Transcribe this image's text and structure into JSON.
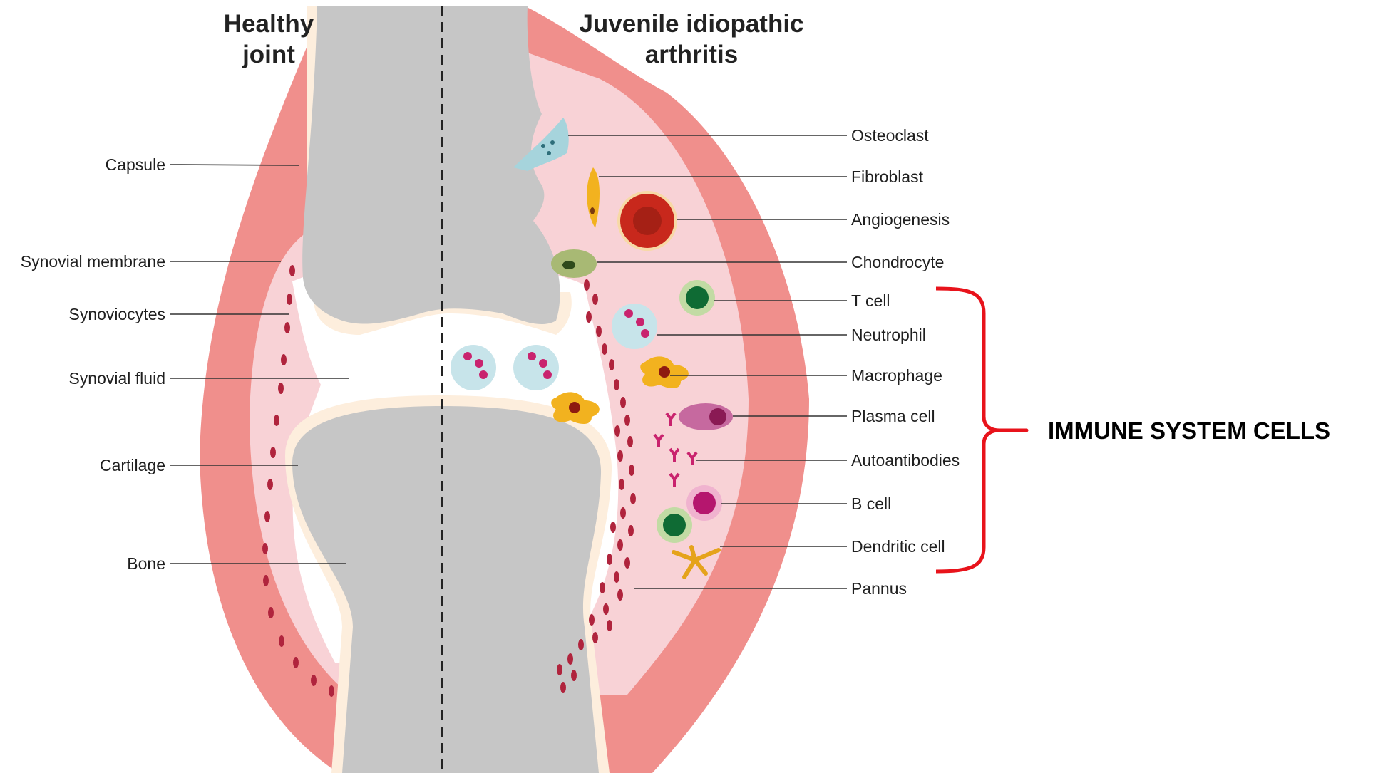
{
  "titles": {
    "healthy_line1": "Healthy",
    "healthy_line2": "joint",
    "jia_line1": "Juvenile idiopathic",
    "jia_line2": "arthritis"
  },
  "left_labels": {
    "capsule": "Capsule",
    "synovial_membrane": "Synovial membrane",
    "synoviocytes": "Synoviocytes",
    "synovial_fluid": "Synovial fluid",
    "cartilage": "Cartilage",
    "bone": "Bone"
  },
  "right_labels": {
    "osteoclast": "Osteoclast",
    "fibroblast": "Fibroblast",
    "angiogenesis": "Angiogenesis",
    "chondrocyte": "Chondrocyte",
    "t_cell": "T cell",
    "neutrophil": "Neutrophil",
    "macrophage": "Macrophage",
    "plasma_cell": "Plasma cell",
    "autoantibodies": "Autoantibodies",
    "b_cell": "B cell",
    "dendritic_cell": "Dendritic cell",
    "pannus": "Pannus"
  },
  "group_label": "IMMUNE SYSTEM CELLS",
  "colors": {
    "capsule": "#f08f8c",
    "synovium": "#f8d2d6",
    "bone": "#c6c6c6",
    "cartilage": "#fdeedd",
    "synoviocyte": "#b0243d",
    "bracket": "#e8131b"
  }
}
